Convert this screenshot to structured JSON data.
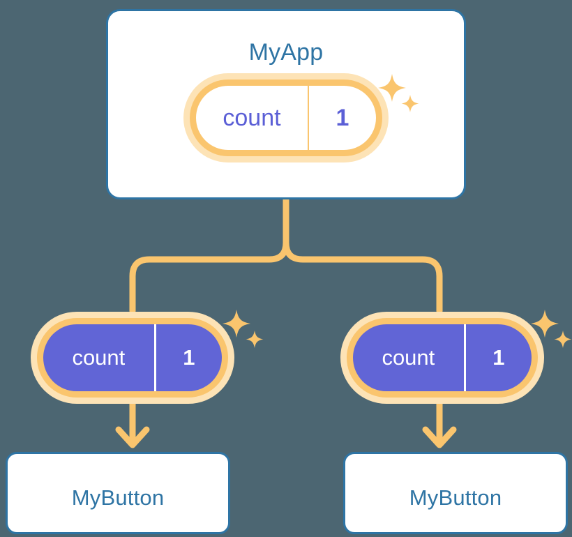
{
  "diagram": {
    "title_text": "MyApp",
    "background_color": "#4c6672",
    "accent_orange": "#fac56e",
    "accent_orange_halo": "#fde3b6",
    "accent_blue": "#2e74a4",
    "accent_purple": "#6165d6",
    "state_text_purple": "#5b5fd6"
  },
  "nodes": {
    "root": {
      "label": "MyApp",
      "state": {
        "key": "count",
        "value": "1"
      }
    },
    "children": [
      {
        "label": "MyButton",
        "state": {
          "key": "count",
          "value": "1"
        }
      },
      {
        "label": "MyButton",
        "state": {
          "key": "count",
          "value": "1"
        }
      }
    ]
  },
  "icons": {
    "sparkle_large": "sparkle-icon",
    "sparkle_small": "sparkle-small-icon",
    "arrow_down": "arrow-down-icon",
    "fork_connector": "fork-connector-icon"
  }
}
